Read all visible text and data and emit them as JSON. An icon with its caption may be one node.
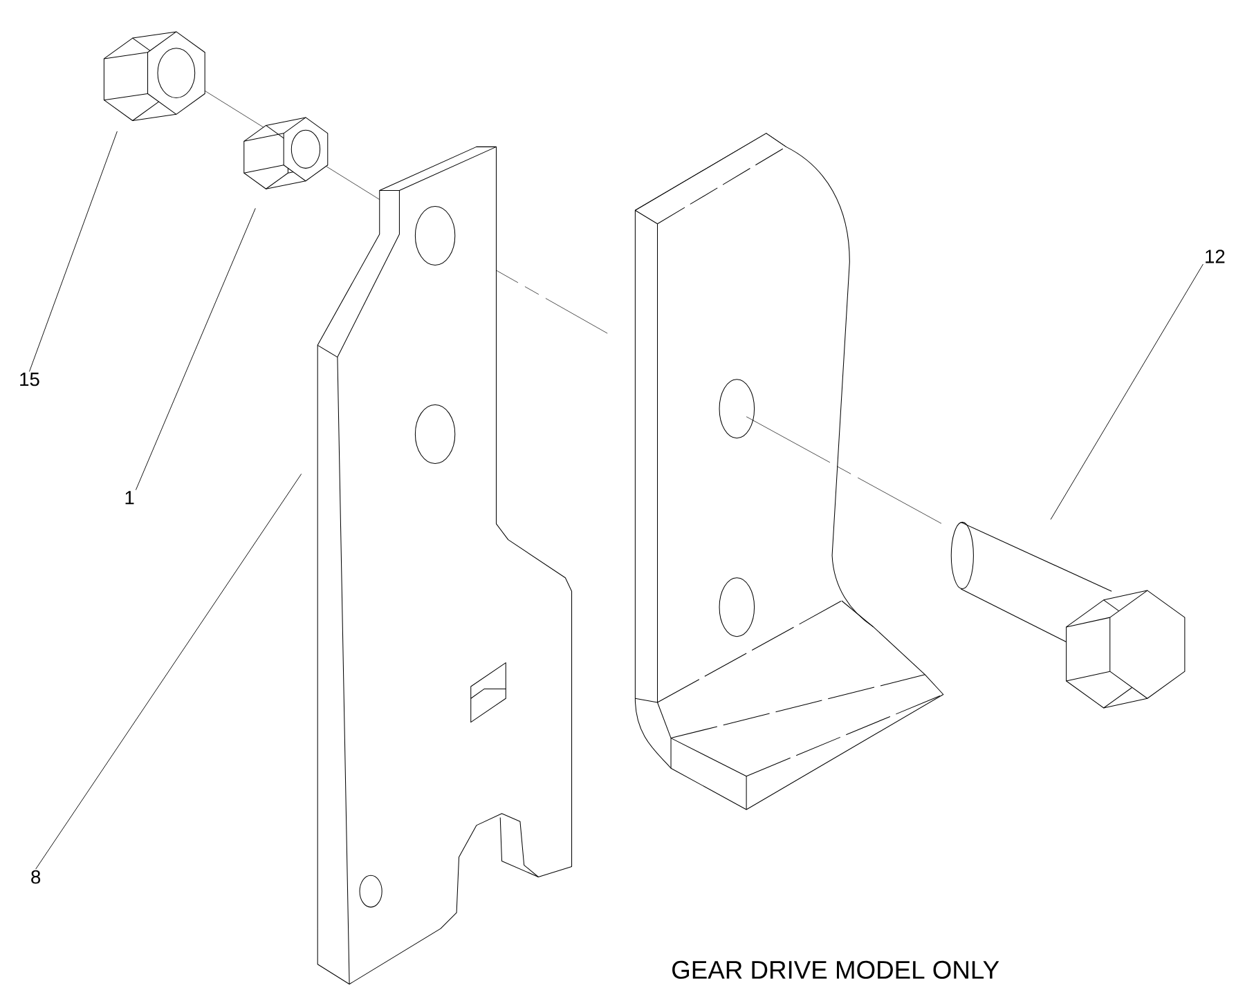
{
  "diagram": {
    "nodes": [
      {
        "text": [
          "15"
        ]
      },
      {
        "text": [
          "1"
        ]
      },
      {
        "text": [
          "8"
        ]
      },
      {
        "text": [
          "12"
        ]
      },
      {
        "text": [],
        "shape": "picture"
      },
      {
        "text": [],
        "shape": "picture"
      },
      {
        "text": [],
        "shape": "picture"
      },
      {
        "text": [],
        "shape": "picture"
      }
    ],
    "edges": [
      {
        "from": 0,
        "to": 4,
        "arrow": "none"
      },
      {
        "from": 1,
        "to": 5,
        "arrow": "none"
      },
      {
        "from": 2,
        "to": 6,
        "arrow": "none"
      },
      {
        "from": 3,
        "to": 7,
        "arrow": "none"
      }
    ],
    "labels": [
      "GEAR DRIVE MODEL ONLY"
    ]
  }
}
